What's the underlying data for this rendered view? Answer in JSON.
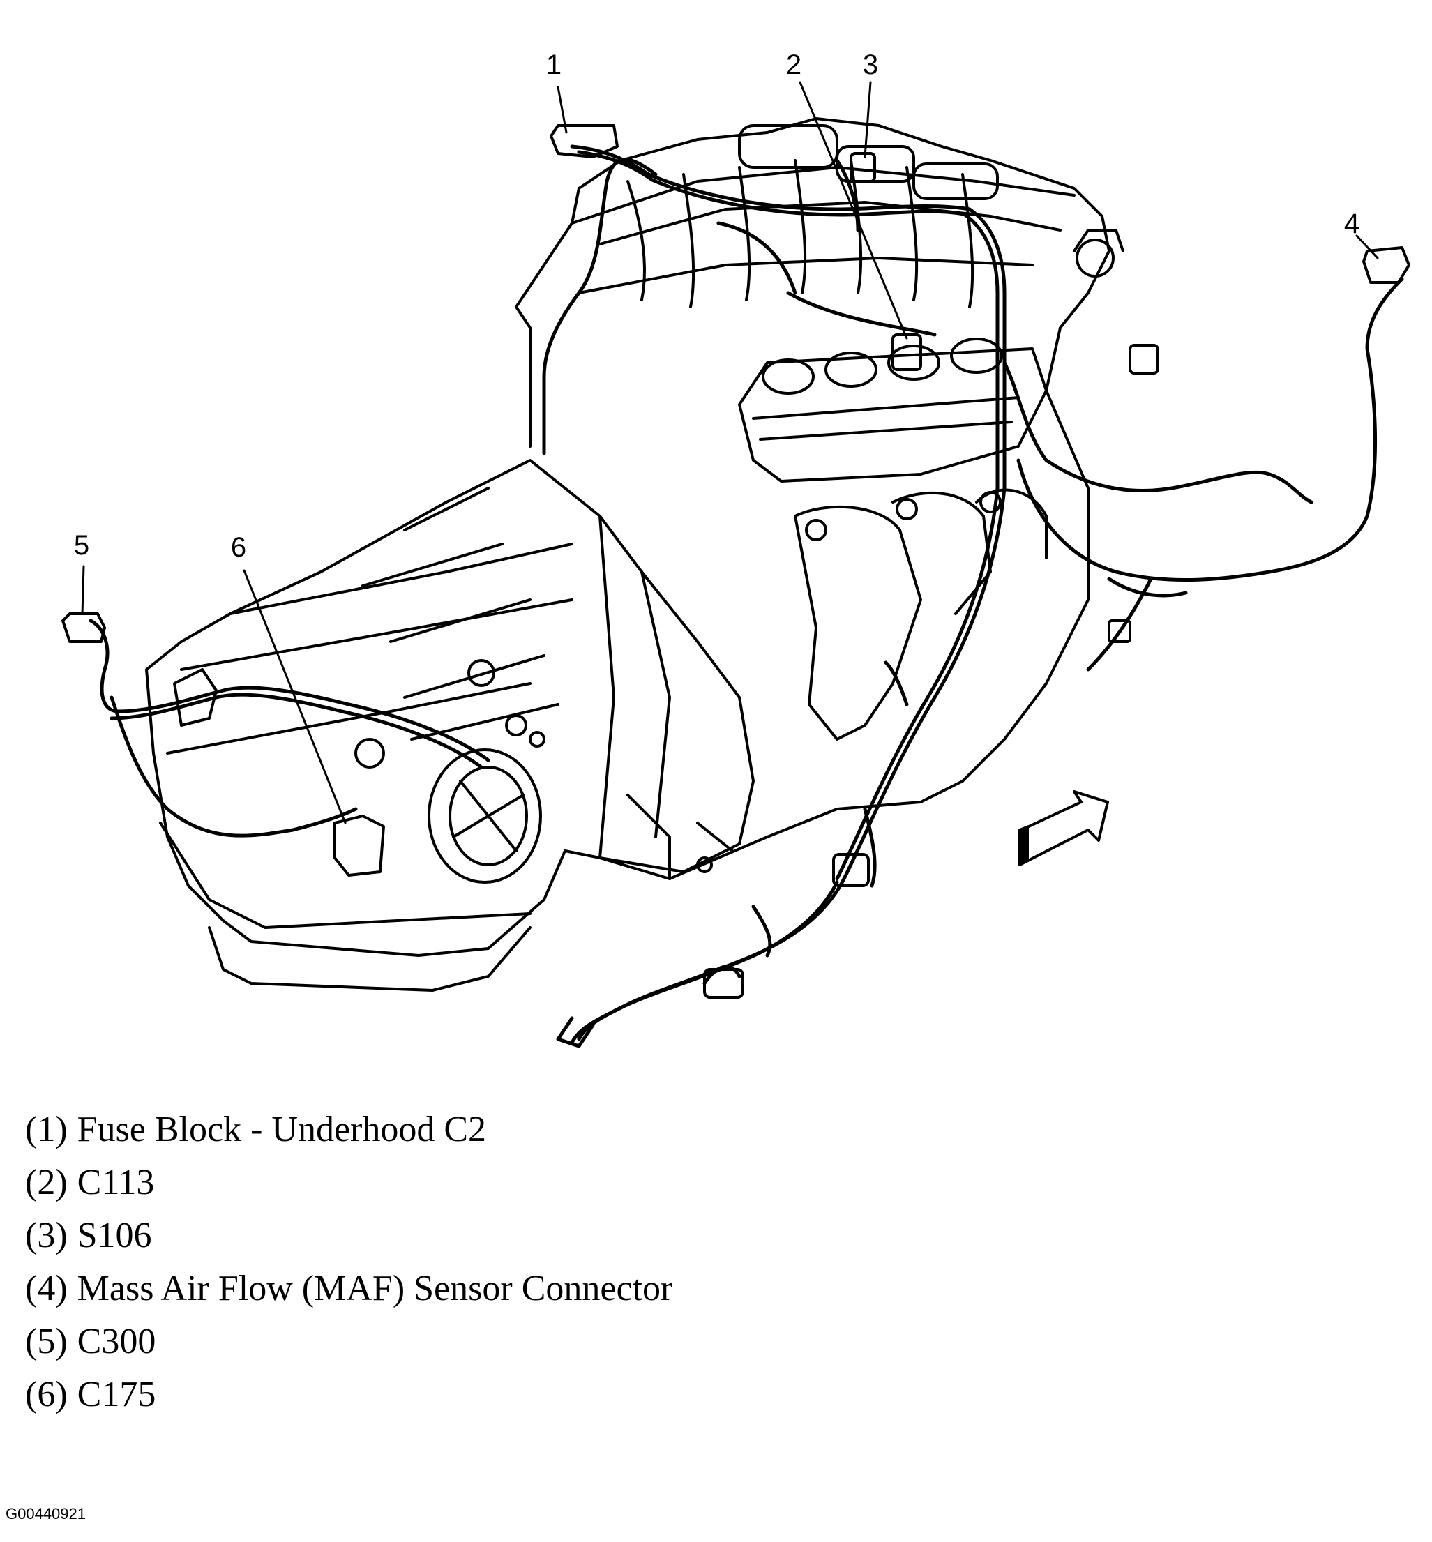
{
  "callouts": [
    "1",
    "2",
    "3",
    "4",
    "5",
    "6"
  ],
  "legend": [
    {
      "num": "(1)",
      "text": "Fuse Block - Underhood C2"
    },
    {
      "num": "(2)",
      "text": "C113"
    },
    {
      "num": "(3)",
      "text": "S106"
    },
    {
      "num": "(4)",
      "text": "Mass Air Flow (MAF) Sensor Connector"
    },
    {
      "num": "(5)",
      "text": "C300"
    },
    {
      "num": "(6)",
      "text": "C175"
    }
  ],
  "figure_id": "G00440921"
}
